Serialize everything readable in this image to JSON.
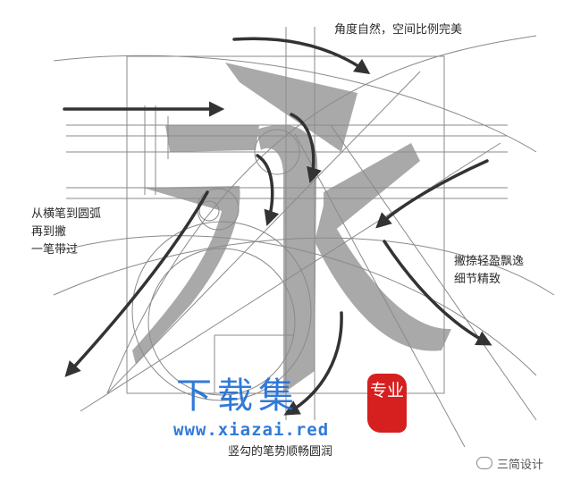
{
  "annotations": {
    "top_right": "角度自然，空间比例完美",
    "left": [
      "从横笔到圆弧",
      "再到撇",
      "一笔带过"
    ],
    "right": [
      "撇捺轻盈飘逸",
      "细节精致"
    ],
    "bottom": "竖勾的笔势顺畅圆润"
  },
  "watermark": {
    "chars": "下载集",
    "url": "www.xiazai.red",
    "seal_text": "专业"
  },
  "credit": "三简设计",
  "colors": {
    "stroke_fill": "#a9a9a9",
    "guide_line": "#8a8a8a",
    "arrow": "#333333",
    "watermark": "#1f6fd6",
    "seal": "#d61f1f"
  }
}
